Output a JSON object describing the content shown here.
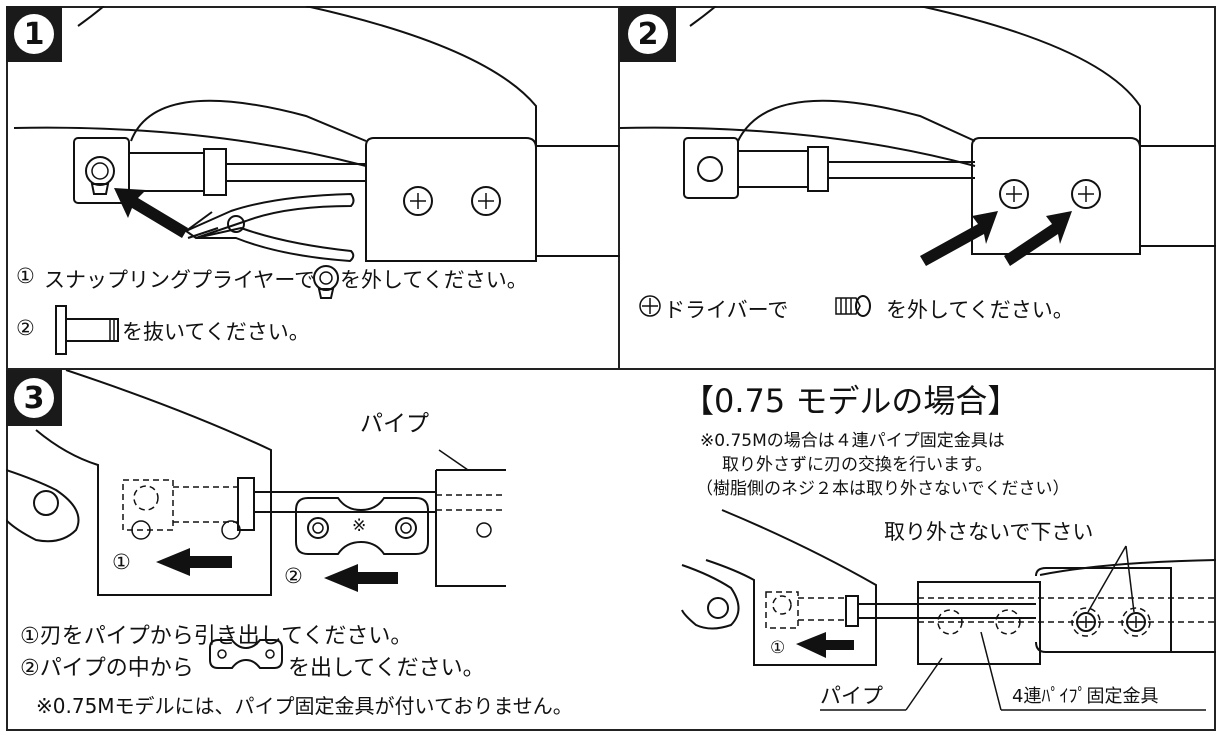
{
  "step1": {
    "badge": "1",
    "line1_num": "①",
    "line1_text": "スナップリングプライヤーで",
    "line1_text_end": "を外してください。",
    "line2_num": "②",
    "line2_text": "を抜いてください。"
  },
  "step2": {
    "badge": "2",
    "text": "ドライバーで",
    "text_end": "を外してください。"
  },
  "step3": {
    "badge": "3",
    "pipe_label": "パイプ",
    "mark_num1": "①",
    "mark_num2": "②",
    "mark_star": "※",
    "instr1": "①刃をパイプから引き出してください。",
    "instr2a": "②パイプの中から",
    "instr2b": "を出してください。",
    "note": "※0.75Mモデルには、パイプ固定金具が付いておりません。"
  },
  "model075": {
    "title": "【0.75 モデルの場合】",
    "note1": "※0.75Mの場合は４連パイプ固定金具は",
    "note2": "取り外さずに刃の交換を行います。",
    "note3": "（樹脂側のネジ２本は取り外さないでください）",
    "callout": "取り外さないで下さい",
    "mark_num": "①",
    "pipe_label": "パイプ",
    "bracket_label": "4連ﾊﾟｲﾌﾟ固定金具"
  }
}
